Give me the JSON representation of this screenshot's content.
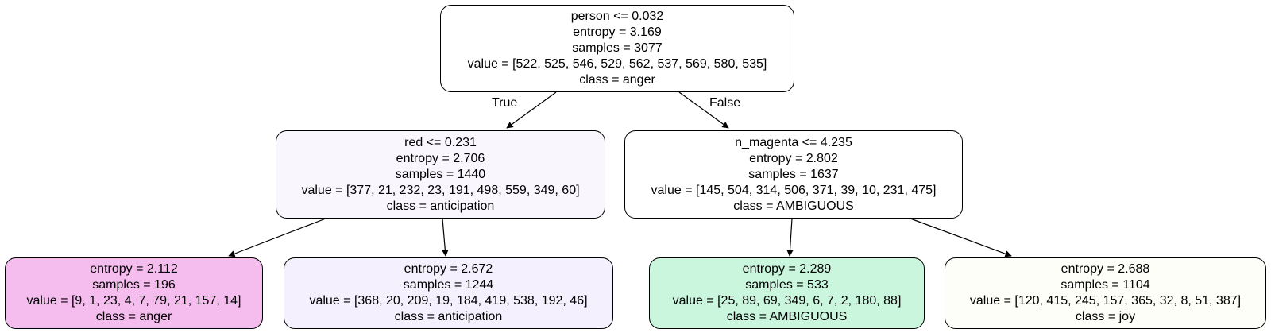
{
  "tree": {
    "root": {
      "split": "person <= 0.032",
      "entropy": "entropy = 3.169",
      "samples": "samples = 3077",
      "value": "value = [522, 525, 546, 529, 562, 537, 569, 580, 535]",
      "class": "class = anger",
      "fill": "#ffffff"
    },
    "true_label": "True",
    "false_label": "False",
    "left": {
      "split": "red <= 0.231",
      "entropy": "entropy = 2.706",
      "samples": "samples = 1440",
      "value": "value = [377, 21, 232, 23, 191, 498, 559, 349, 60]",
      "class": "class = anticipation",
      "fill": "#f9f6fe"
    },
    "right": {
      "split": "n_magenta <= 4.235",
      "entropy": "entropy = 2.802",
      "samples": "samples = 1637",
      "value": "value = [145, 504, 314, 506, 371, 39, 10, 231, 475]",
      "class": "class = AMBIGUOUS",
      "fill": "#ffffff"
    },
    "left_left": {
      "entropy": "entropy = 2.112",
      "samples": "samples = 196",
      "value": "value = [9, 1, 23, 4, 7, 79, 21, 157, 14]",
      "class": "class = anger",
      "fill": "#f4bdee"
    },
    "left_right": {
      "entropy": "entropy = 2.672",
      "samples": "samples = 1244",
      "value": "value = [368, 20, 209, 19, 184, 419, 538, 192, 46]",
      "class": "class = anticipation",
      "fill": "#f4f0fd"
    },
    "right_left": {
      "entropy": "entropy = 2.289",
      "samples": "samples = 533",
      "value": "value = [25, 89, 69, 349, 6, 7, 2, 180, 88]",
      "class": "class = AMBIGUOUS",
      "fill": "#c9f6dd"
    },
    "right_right": {
      "entropy": "entropy = 2.688",
      "samples": "samples = 1104",
      "value": "value = [120, 415, 245, 157, 365, 32, 8, 51, 387]",
      "class": "class = joy",
      "fill": "#fdfef8"
    }
  }
}
